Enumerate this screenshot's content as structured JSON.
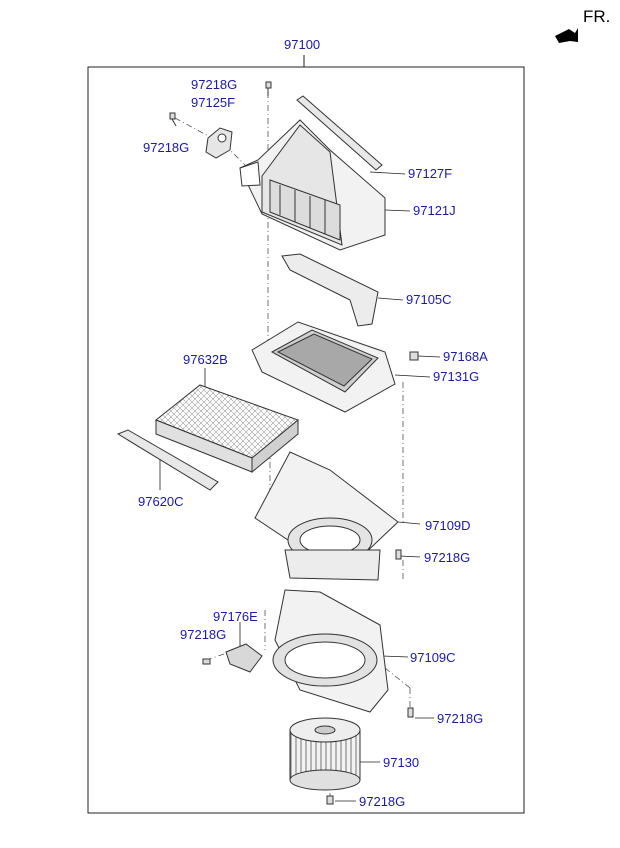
{
  "diagram": {
    "assembly_label": "97100",
    "direction_label": "FR.",
    "colors": {
      "label": "#1a1aa6",
      "line": "#222222",
      "part_fill": "#f2f2f2",
      "part_stroke": "#333333"
    },
    "parts": [
      {
        "id": "97218G",
        "name": "bolt"
      },
      {
        "id": "97125F",
        "name": "actuator"
      },
      {
        "id": "97218G",
        "name": "screw"
      },
      {
        "id": "97127F",
        "name": "seal-strip"
      },
      {
        "id": "97121J",
        "name": "intake-case"
      },
      {
        "id": "97105C",
        "name": "door"
      },
      {
        "id": "97632B",
        "name": "cabin-filter"
      },
      {
        "id": "97168A",
        "name": "clip"
      },
      {
        "id": "97131G",
        "name": "filter-frame"
      },
      {
        "id": "97620C",
        "name": "filter-cover"
      },
      {
        "id": "97109D",
        "name": "upper-blower-case"
      },
      {
        "id": "97218G",
        "name": "screw"
      },
      {
        "id": "97176E",
        "name": "resistor"
      },
      {
        "id": "97218G",
        "name": "screw"
      },
      {
        "id": "97109C",
        "name": "lower-blower-case"
      },
      {
        "id": "97218G",
        "name": "screw"
      },
      {
        "id": "97130",
        "name": "blower-motor"
      },
      {
        "id": "97218G",
        "name": "screw"
      }
    ]
  }
}
